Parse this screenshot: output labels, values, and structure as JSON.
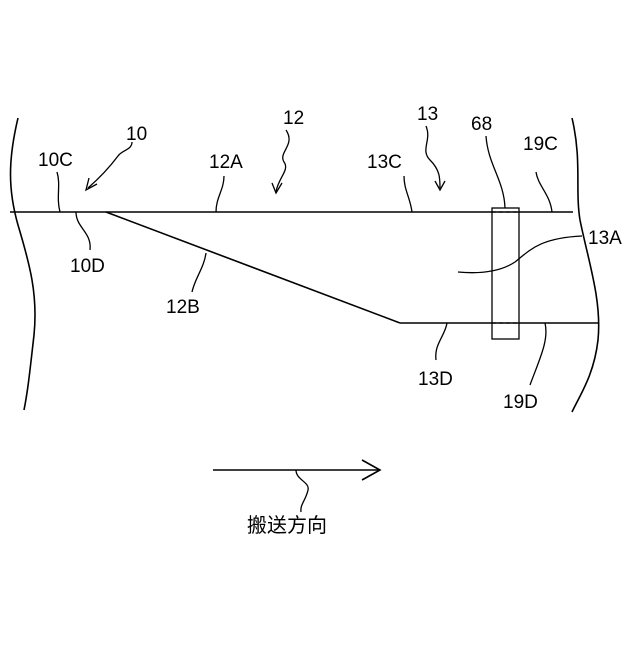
{
  "labels": {
    "l10": "10",
    "l10c": "10C",
    "l10d": "10D",
    "l12": "12",
    "l12a": "12A",
    "l12b": "12B",
    "l13": "13",
    "l13c": "13C",
    "l13a": "13A",
    "l13d": "13D",
    "l68": "68",
    "l19c": "19C",
    "l19d": "19D"
  },
  "caption": "搬送方向"
}
